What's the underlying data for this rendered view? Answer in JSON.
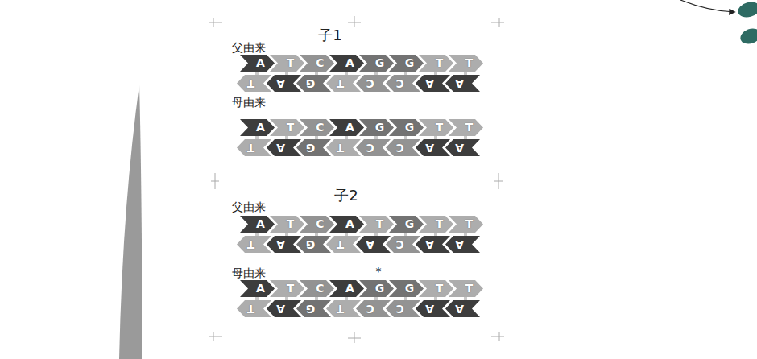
{
  "diagram": {
    "nodes": [
      {
        "text": [
          "A"
        ]
      },
      {
        "text": [
          "T"
        ]
      },
      {
        "text": [
          "C"
        ]
      },
      {
        "text": [
          "A"
        ]
      },
      {
        "text": [
          "G"
        ]
      },
      {
        "text": [
          "G"
        ]
      },
      {
        "text": [
          "T"
        ]
      },
      {
        "text": [
          "T"
        ]
      },
      {
        "text": [
          "T"
        ]
      },
      {
        "text": [
          "A"
        ]
      },
      {
        "text": [
          "G"
        ]
      },
      {
        "text": [
          "T"
        ]
      },
      {
        "text": [
          "C"
        ]
      },
      {
        "text": [
          "C"
        ]
      },
      {
        "text": [
          "A"
        ]
      },
      {
        "text": [
          "A"
        ]
      },
      {
        "text": [
          "A"
        ]
      },
      {
        "text": [
          "T"
        ]
      },
      {
        "text": [
          "C"
        ]
      },
      {
        "text": [
          "A"
        ]
      },
      {
        "text": [
          "G"
        ]
      },
      {
        "text": [
          "G"
        ]
      },
      {
        "text": [
          "T"
        ]
      },
      {
        "text": [
          "T"
        ]
      },
      {
        "text": [
          "T"
        ]
      },
      {
        "text": [
          "A"
        ]
      },
      {
        "text": [
          "G"
        ]
      },
      {
        "text": [
          "T"
        ]
      },
      {
        "text": [
          "C"
        ]
      },
      {
        "text": [
          "C"
        ]
      },
      {
        "text": [
          "A"
        ]
      },
      {
        "text": [
          "A"
        ]
      },
      {
        "text": [
          "A"
        ]
      },
      {
        "text": [
          "T"
        ]
      },
      {
        "text": [
          "C"
        ]
      },
      {
        "text": [
          "A"
        ]
      },
      {
        "text": [
          "T"
        ]
      },
      {
        "text": [
          "G"
        ]
      },
      {
        "text": [
          "T"
        ]
      },
      {
        "text": [
          "T"
        ]
      },
      {
        "text": [
          "T"
        ]
      },
      {
        "text": [
          "A"
        ]
      },
      {
        "text": [
          "G"
        ]
      },
      {
        "text": [
          "T"
        ]
      },
      {
        "text": [
          "A"
        ]
      },
      {
        "text": [
          "C"
        ]
      },
      {
        "text": [
          "A"
        ]
      },
      {
        "text": [
          "A"
        ]
      },
      {
        "text": [
          "A"
        ]
      },
      {
        "text": [
          "T"
        ]
      },
      {
        "text": [
          "C"
        ]
      },
      {
        "text": [
          "A"
        ]
      },
      {
        "text": [
          "G"
        ]
      },
      {
        "text": [
          "G"
        ]
      },
      {
        "text": [
          "T"
        ]
      },
      {
        "text": [
          "T"
        ]
      },
      {
        "text": [
          "T"
        ]
      },
      {
        "text": [
          "A"
        ]
      },
      {
        "text": [
          "G"
        ]
      },
      {
        "text": [
          "T"
        ]
      },
      {
        "text": [
          "C"
        ]
      },
      {
        "text": [
          "C"
        ]
      },
      {
        "text": [
          "A"
        ]
      },
      {
        "text": [
          "A"
        ]
      }
    ],
    "labels": [
      "子1",
      "父由来",
      "母由来",
      "子2",
      "父由来",
      "*",
      "母由来"
    ]
  }
}
